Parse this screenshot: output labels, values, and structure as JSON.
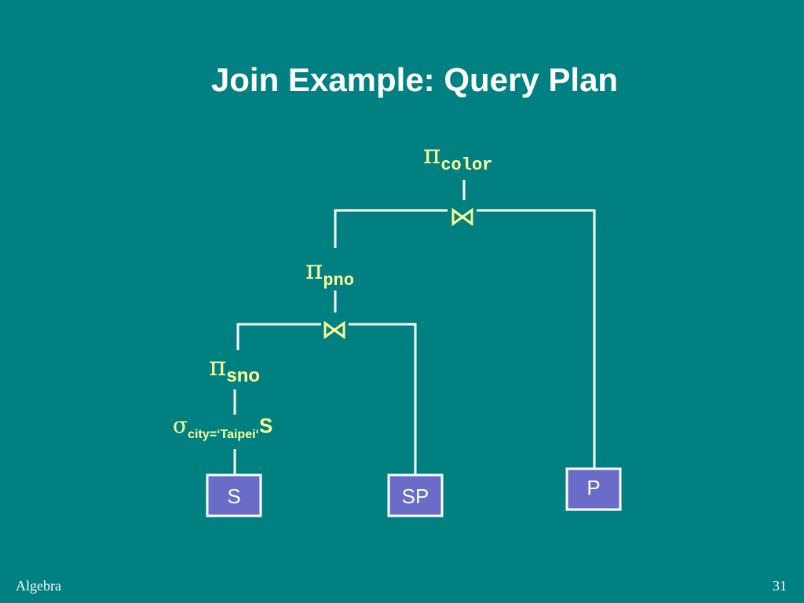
{
  "slide": {
    "title": "Join Example: Query Plan",
    "footer_left": "Algebra",
    "page_number": "31"
  },
  "colors": {
    "background": "#008080",
    "tree_lines": "#ffffff",
    "operator_text": "#ffff99",
    "relation_box_fill": "#6b6bc8",
    "relation_box_border": "#ffffff",
    "relation_text": "#ffffff"
  },
  "diagram": {
    "projection_color": {
      "symbol": "π",
      "subscript": "color"
    },
    "join_top": {
      "symbol": "⋈"
    },
    "projection_pno": {
      "symbol": "π",
      "subscript": "pno"
    },
    "join_bottom": {
      "symbol": "⋈"
    },
    "projection_sno": {
      "symbol": "π",
      "subscript": "sno"
    },
    "selection": {
      "symbol": "σ",
      "subscript": "city=‘Taipei‘",
      "operand": "S"
    },
    "relations": [
      {
        "label": "S"
      },
      {
        "label": "SP"
      },
      {
        "label": "P"
      }
    ]
  }
}
